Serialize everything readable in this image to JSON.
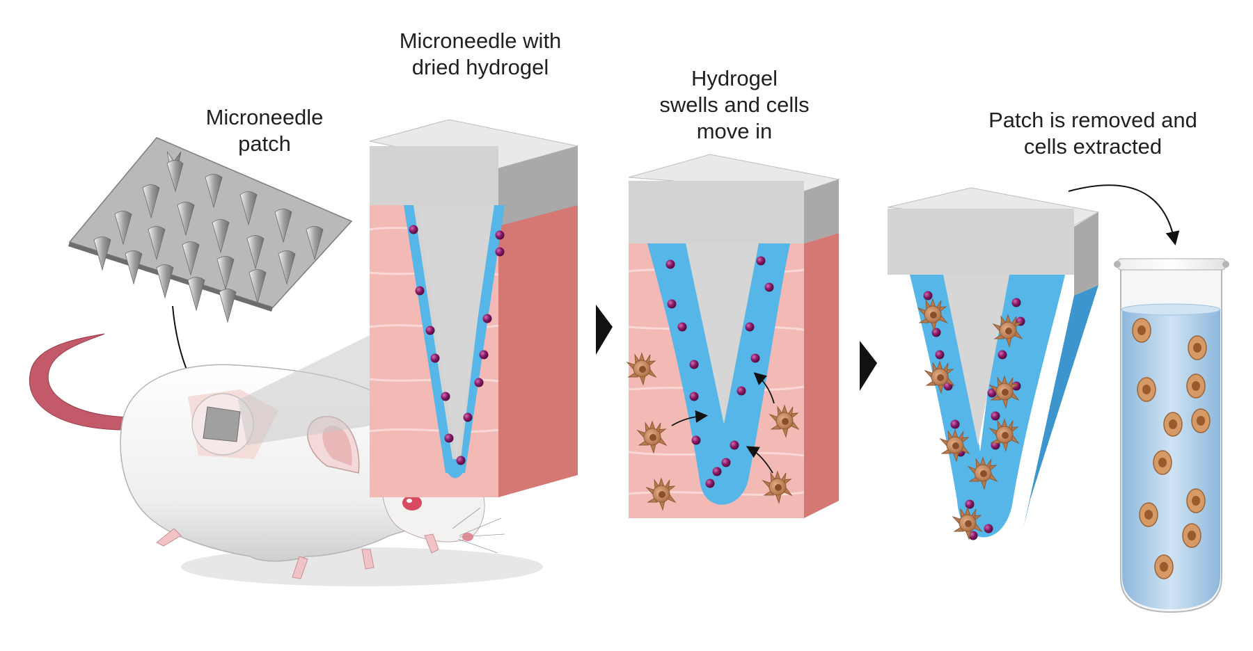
{
  "labels": {
    "patch": [
      "Microneedle",
      "patch"
    ],
    "dried": [
      "Microneedle with",
      "dried hydrogel"
    ],
    "swells": [
      "Hydrogel",
      "swells and cells",
      "move in"
    ],
    "removed": [
      "Patch is removed and",
      "cells extracted"
    ]
  },
  "colors": {
    "hydrogel": "#55b6e7",
    "skin": "#f2b9b5",
    "skin_side": "#d57772",
    "needle_gray": "#d8d8d8",
    "particle": "#8b1a6b",
    "cell": "#c8875a",
    "tube_liquid": "#a9cdea",
    "arrow": "#111111"
  },
  "icons": [
    "mouse-illustration",
    "microneedle-patch-icon",
    "test-tube-icon",
    "immune-cell-icon",
    "step-arrow-icon"
  ]
}
